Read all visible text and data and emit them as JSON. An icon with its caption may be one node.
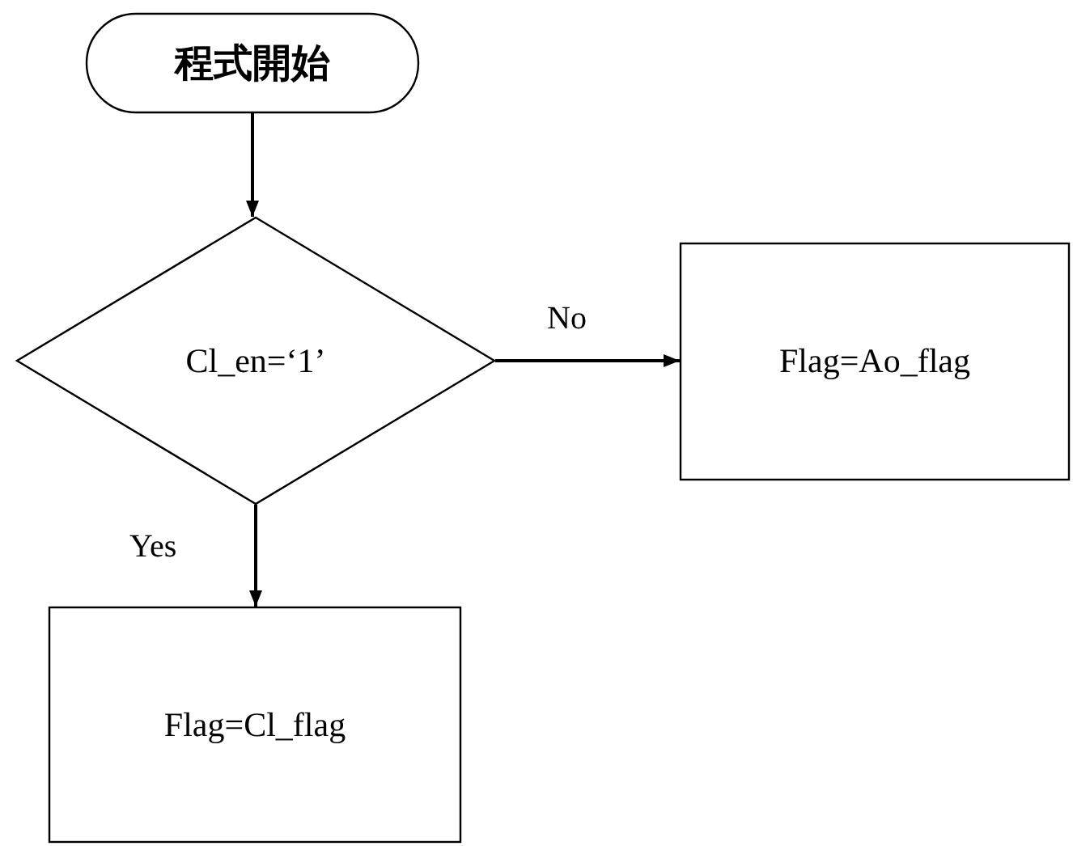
{
  "diagram": {
    "nodes": [
      {
        "text": [
          "程式開始"
        ]
      },
      {
        "text": [
          "Cl_en=‘1’"
        ]
      },
      {
        "text": [
          "Flag=Ao_flag"
        ]
      },
      {
        "text": [
          "Flag=Cl_flag"
        ]
      }
    ],
    "edges": [
      {
        "from": 0,
        "to": 1,
        "arrow": "to"
      },
      {
        "from": 1,
        "to": 2,
        "arrow": "to",
        "label": "No"
      },
      {
        "from": 1,
        "to": 3,
        "arrow": "to",
        "label": "Yes"
      }
    ]
  }
}
